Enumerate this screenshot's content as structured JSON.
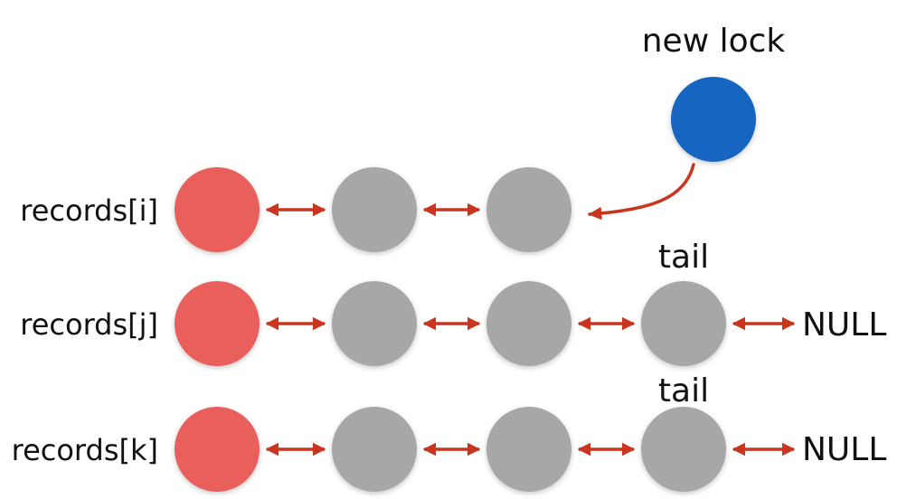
{
  "colors": {
    "head_node": "#e85f5c",
    "list_node": "#a7a7a7",
    "new_node": "#1565c0",
    "link": "#c9351f",
    "text": "#111111"
  },
  "new_lock": {
    "label": "new lock"
  },
  "rows": [
    {
      "label": "records[i]",
      "node_count": 3,
      "tail_label": null,
      "terminator": null
    },
    {
      "label": "records[j]",
      "node_count": 4,
      "tail_label": "tail",
      "terminator": "NULL"
    },
    {
      "label": "records[k]",
      "node_count": 4,
      "tail_label": "tail",
      "terminator": "NULL"
    }
  ]
}
